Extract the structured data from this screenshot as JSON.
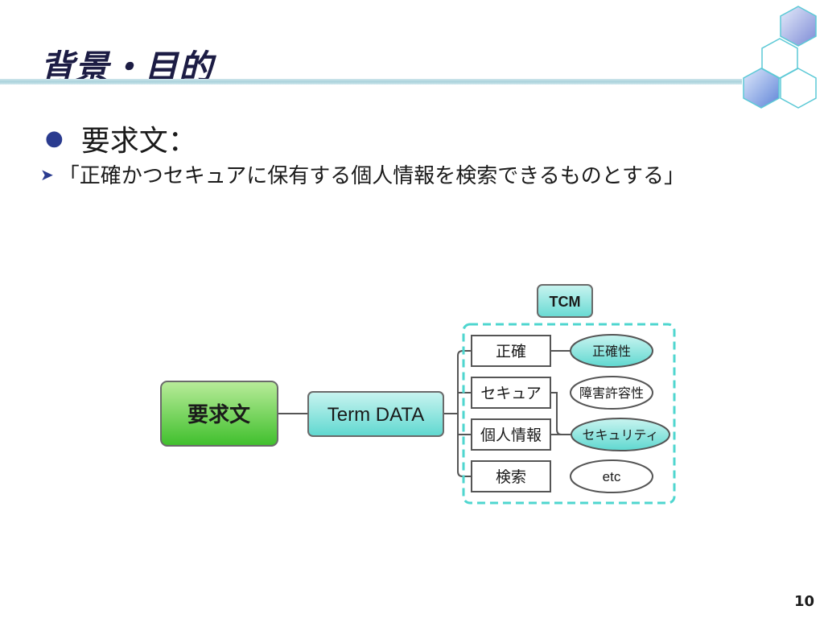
{
  "slide": {
    "title": "背景・目的",
    "bullet": "要求文：",
    "sub_bullet": "「正確かつセキュアに保有する個人情報を検索できるものとする」",
    "page_number": "10"
  },
  "diagram": {
    "root": "要求文",
    "term": "Term DATA",
    "group_label": "TCM",
    "terms": [
      "正確",
      "セキュア",
      "個人情報",
      "検索"
    ],
    "attributes": [
      "正確性",
      "障害許容性",
      "セキュリティ",
      "etc"
    ],
    "colors": {
      "root_fill": "#5dc45a",
      "term_fill": "#7fe3dc",
      "group_border": "#4fd6cf",
      "attr_highlight": "#7fe3dc"
    }
  }
}
